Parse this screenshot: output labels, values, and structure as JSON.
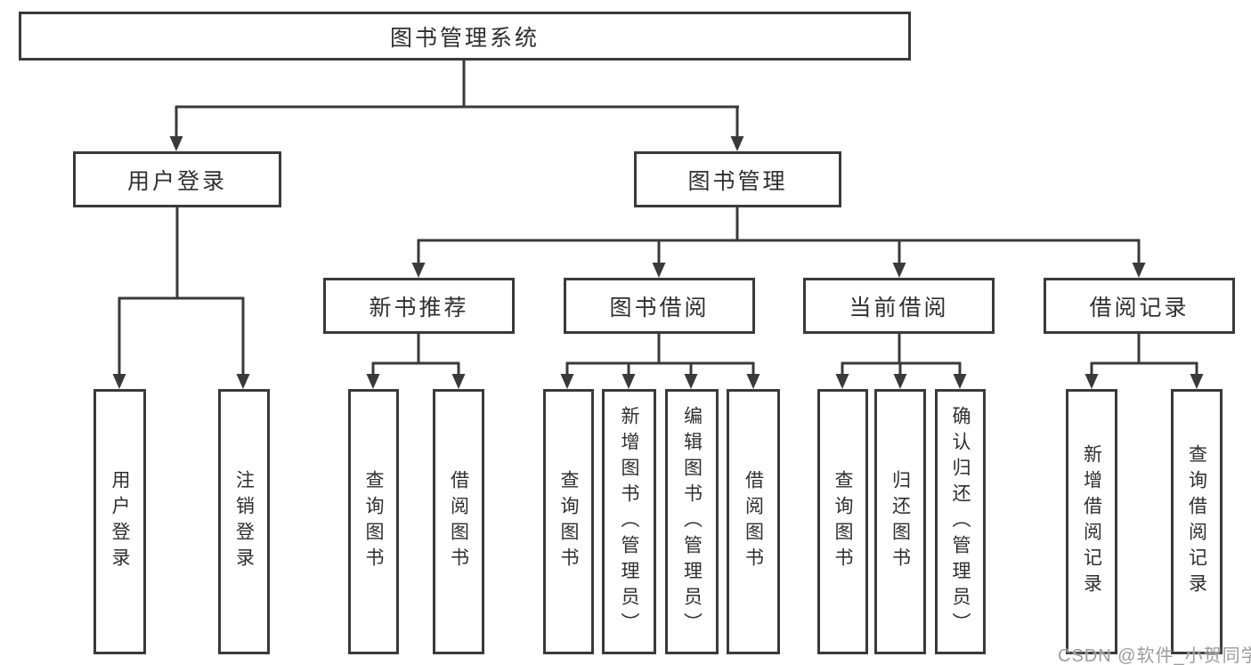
{
  "diagram_title": "图书管理系统",
  "colors": {
    "line": "#3a3a3a",
    "box_border": "#3a3a3a",
    "text": "#2f2f2f",
    "background": "#ffffff",
    "watermark": "#9c9c9c"
  },
  "tree": {
    "label": "图书管理系统",
    "children": [
      {
        "label": "用户登录",
        "children": [
          {
            "label": "用户登录"
          },
          {
            "label": "注销登录"
          }
        ]
      },
      {
        "label": "图书管理",
        "children": [
          {
            "label": "新书推荐",
            "children": [
              {
                "label": "查询图书"
              },
              {
                "label": "借阅图书"
              }
            ]
          },
          {
            "label": "图书借阅",
            "children": [
              {
                "label": "查询图书"
              },
              {
                "label": "新增图书（管理员）"
              },
              {
                "label": "编辑图书（管理员）"
              },
              {
                "label": "借阅图书"
              }
            ]
          },
          {
            "label": "当前借阅",
            "children": [
              {
                "label": "查询图书"
              },
              {
                "label": "归还图书"
              },
              {
                "label": "确认归还（管理员）"
              }
            ]
          },
          {
            "label": "借阅记录",
            "children": [
              {
                "label": "新增借阅记录"
              },
              {
                "label": "查询借阅记录"
              }
            ]
          }
        ]
      }
    ]
  },
  "watermark": {
    "text": "CSDN @软件_小贺同学"
  }
}
